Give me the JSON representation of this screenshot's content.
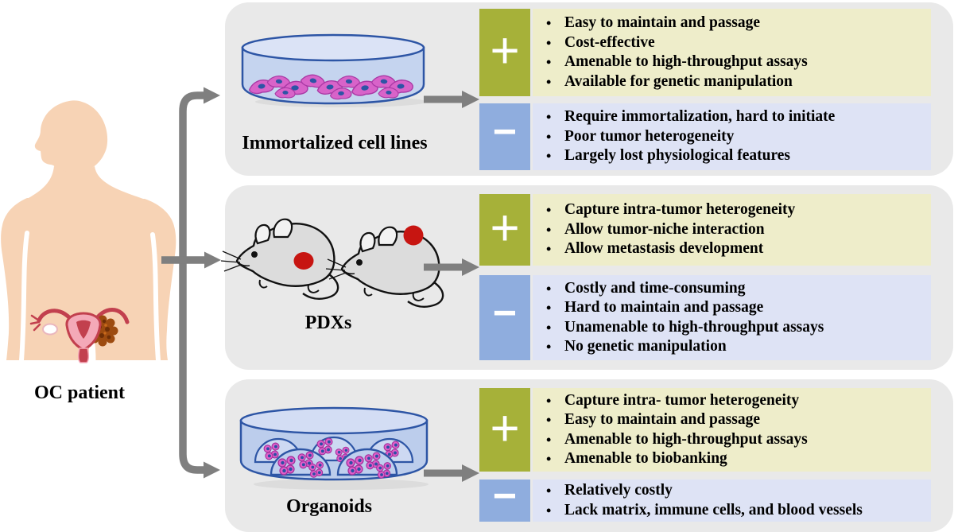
{
  "patient": {
    "label": "OC patient"
  },
  "signs": {
    "plus": "+",
    "minus": "−"
  },
  "panels": [
    {
      "title": "Immortalized cell lines",
      "pros": [
        "Easy to maintain and passage",
        "Cost-effective",
        "Amenable to high-throughput assays",
        "Available for genetic manipulation"
      ],
      "cons": [
        "Require immortalization, hard to initiate",
        "Poor tumor heterogeneity",
        "Largely lost physiological features"
      ]
    },
    {
      "title": "PDXs",
      "pros": [
        "Capture intra-tumor heterogeneity",
        "Allow tumor-niche interaction",
        "Allow metastasis development"
      ],
      "cons": [
        "Costly and time-consuming",
        "Hard to maintain and passage",
        "Unamenable to high-throughput assays",
        "No genetic manipulation"
      ]
    },
    {
      "title": "Organoids",
      "pros": [
        "Capture intra- tumor heterogeneity",
        "Easy to maintain and passage",
        "Amenable to high-throughput assays",
        "Amenable to biobanking"
      ],
      "cons": [
        "Relatively costly",
        "Lack matrix, immune cells, and blood vessels"
      ]
    }
  ],
  "colors": {
    "panel_bg": "#e9e9e9",
    "pros_box": "#eeedca",
    "cons_box": "#dee3f5",
    "plus_square": "#a6b139",
    "minus_square": "#8fadde",
    "arrow_gray": "#7f7f7f",
    "skin": "#f7d3b5",
    "tumor_red": "#c71511",
    "cell_pink": "#d863c9",
    "dish_blue": "#c5d4ef",
    "outline_navy": "#2d55a5",
    "text": "#000000"
  }
}
